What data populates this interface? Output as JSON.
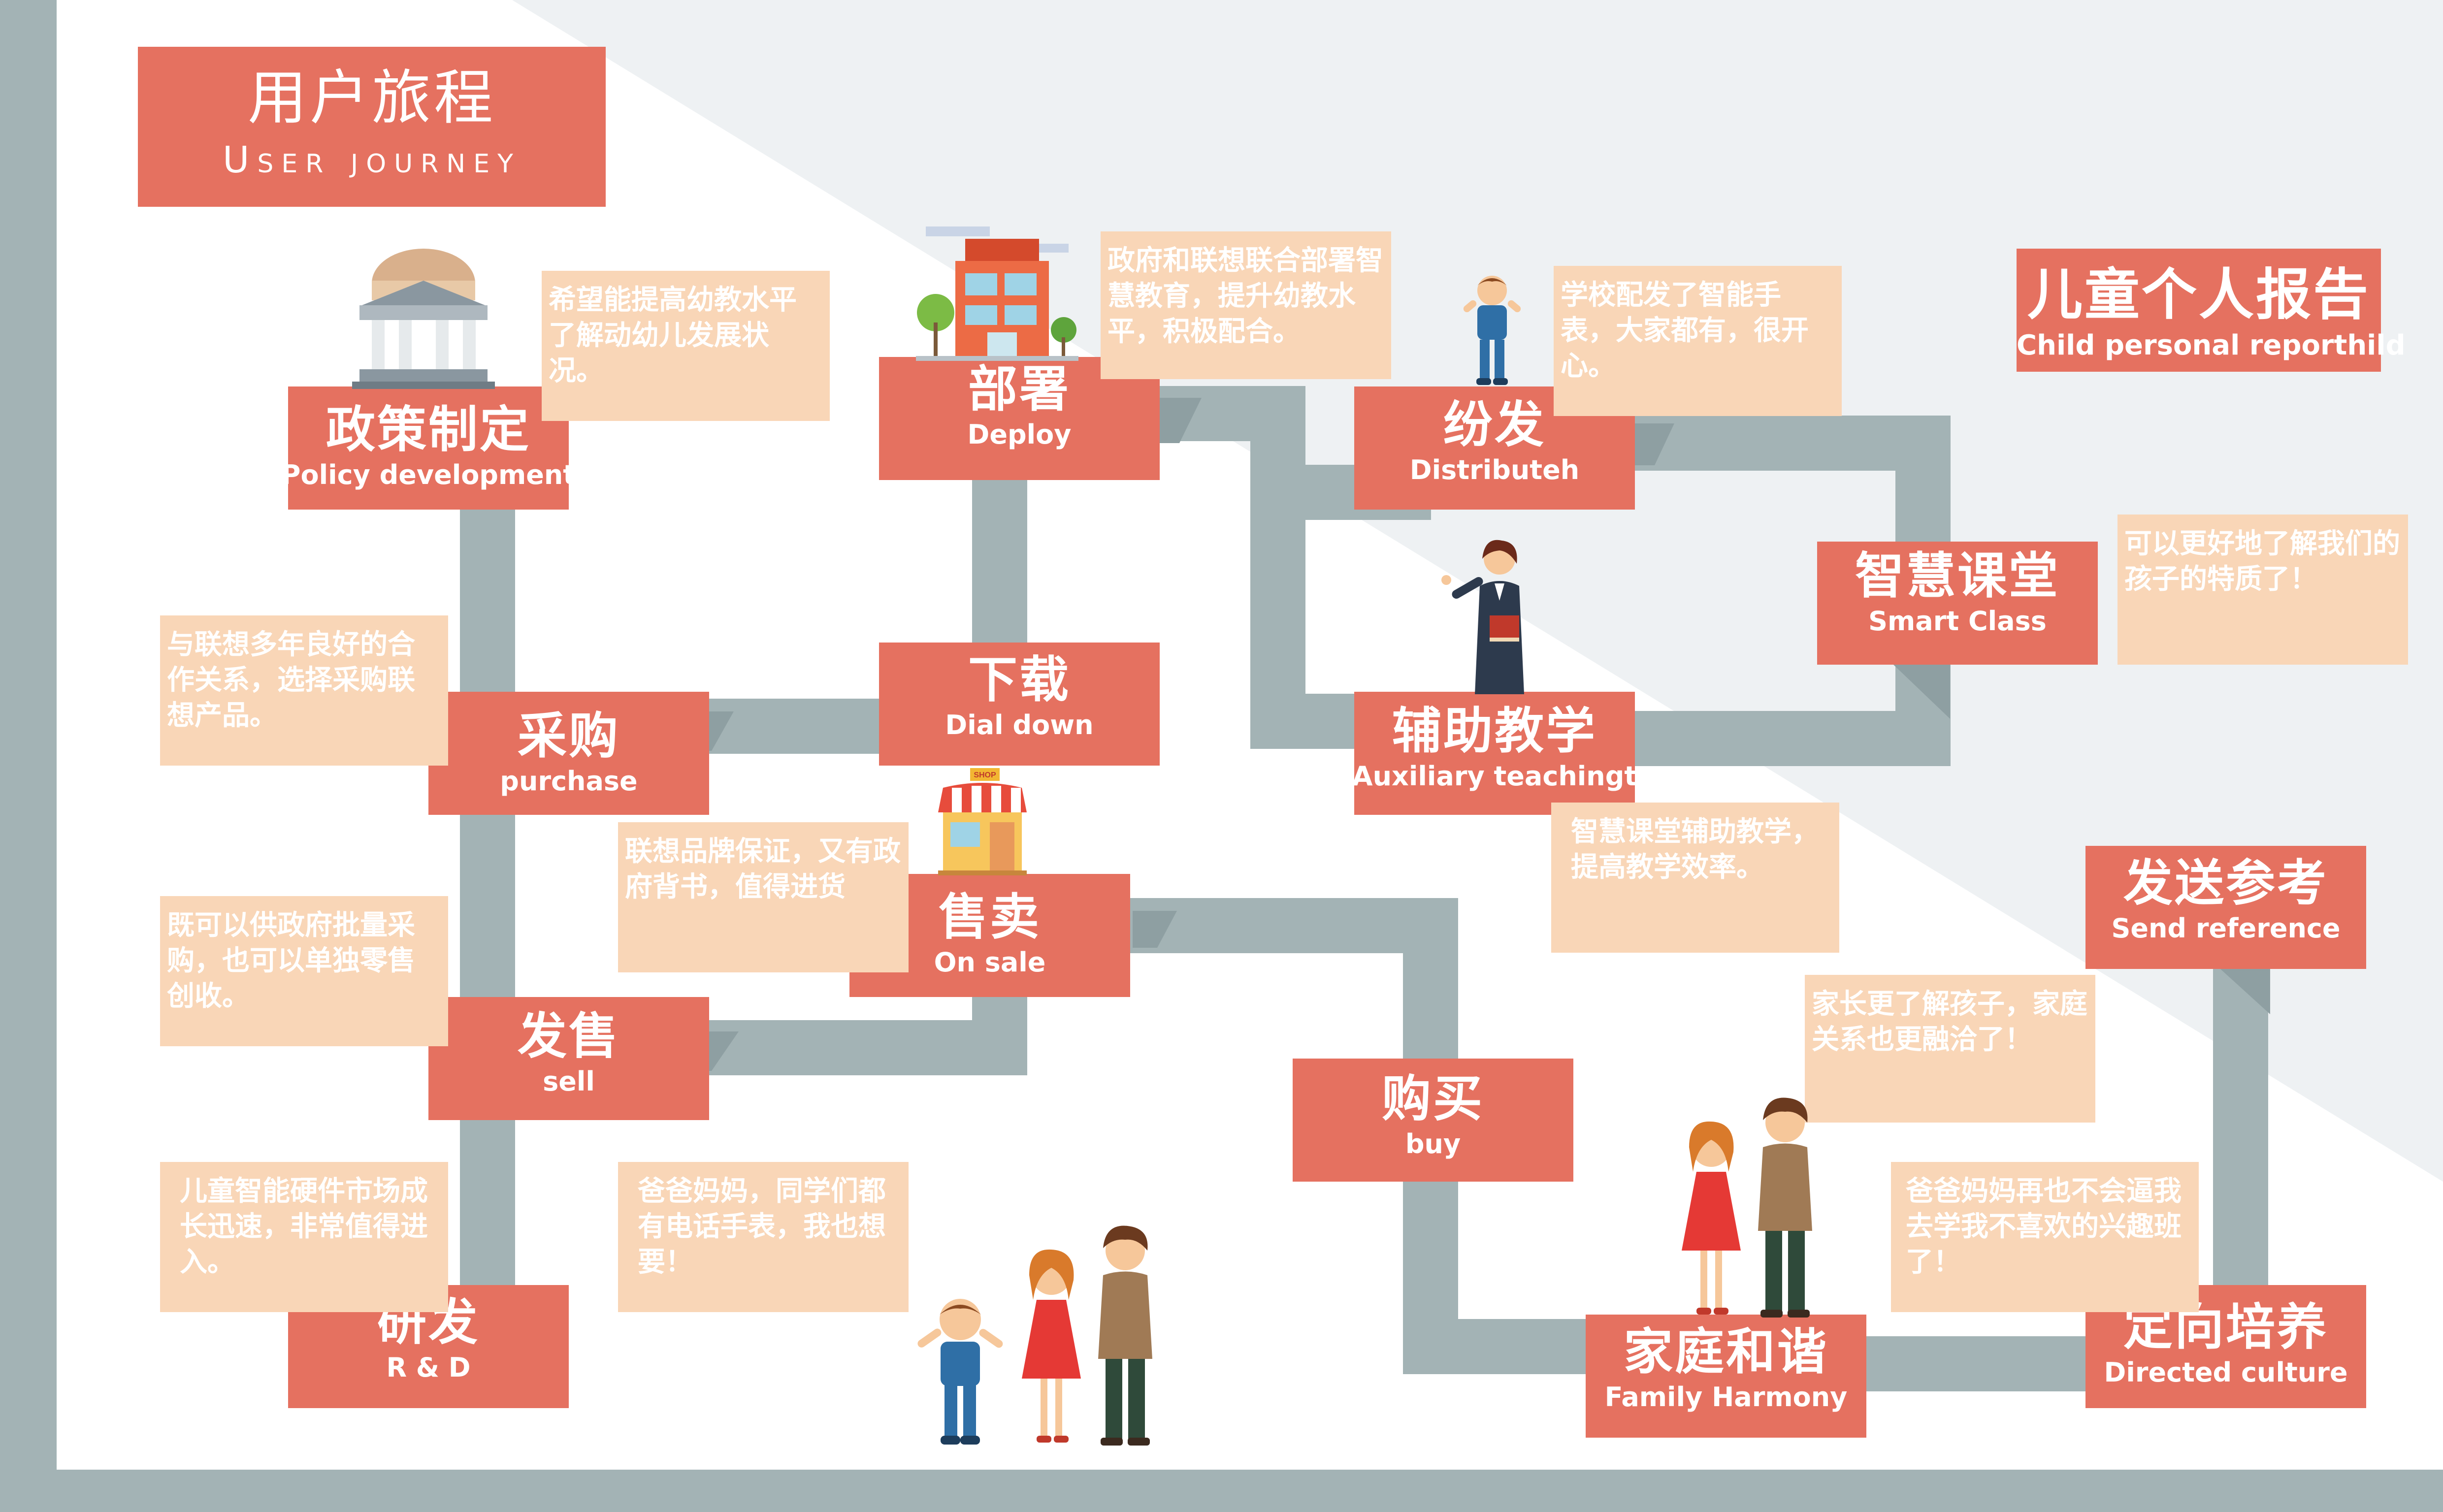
{
  "header": {
    "title_zh": "用户旅程",
    "title_en": "User journey"
  },
  "report": {
    "zh": "儿童个人报告",
    "en": "Child personal reporthild"
  },
  "steps": {
    "policy": {
      "zh": "政策制定",
      "en": "Policy development"
    },
    "deploy": {
      "zh": "部署",
      "en": "Deploy"
    },
    "distribute": {
      "zh": "纷发",
      "en": "Distributeh"
    },
    "smart_class": {
      "zh": "智慧课堂",
      "en": "Smart Class"
    },
    "download": {
      "zh": "下载",
      "en": "Dial down"
    },
    "purchase": {
      "zh": "采购",
      "en": "purchase"
    },
    "aux_teaching": {
      "zh": "辅助教学",
      "en": "Auxiliary teachingt"
    },
    "on_sale": {
      "zh": "售卖",
      "en": "On sale"
    },
    "sell": {
      "zh": "发售",
      "en": "sell"
    },
    "buy": {
      "zh": "购买",
      "en": "buy"
    },
    "send_reference": {
      "zh": "发送参考",
      "en": "Send reference"
    },
    "rd": {
      "zh": "研发",
      "en": "R & D"
    },
    "family": {
      "zh": "家庭和谐",
      "en": "Family Harmony"
    },
    "directed": {
      "zh": "定向培养",
      "en": "Directed culture"
    }
  },
  "notes": {
    "policy": "希望能提高幼教水平了解动幼儿发展状况。",
    "deploy": "政府和联想联合部署智慧教育，提升幼教水平，积极配合。",
    "distribute": "学校配发了智能手表，大家都有，很开心。",
    "smart_class": "可以更好地了解我们的孩子的特质了！",
    "purchase": "与联想多年良好的合作关系，选择采购联想产品。",
    "aux_teaching": "智慧课堂辅助教学，提高教学效率。",
    "on_sale": "联想品牌保证，又有政府背书，值得进货",
    "sell": "既可以供政府批量采购，也可以单独零售创收。",
    "send_reference": "家长更了解孩子，家庭关系也更融洽了！",
    "rd": "儿童智能硬件市场成长迅速，非常值得进入。",
    "kids": "爸爸妈妈，同学们都有电话手表，我也想要！",
    "directed": "爸爸妈妈再也不会逼我去学我不喜欢的兴趣班了！"
  },
  "shop_sign": "SHOP",
  "colors": {
    "box": "#e57160",
    "note": "#f9d6b7",
    "path": "#a3b3b5",
    "path_dark": "#8e9fa2"
  }
}
